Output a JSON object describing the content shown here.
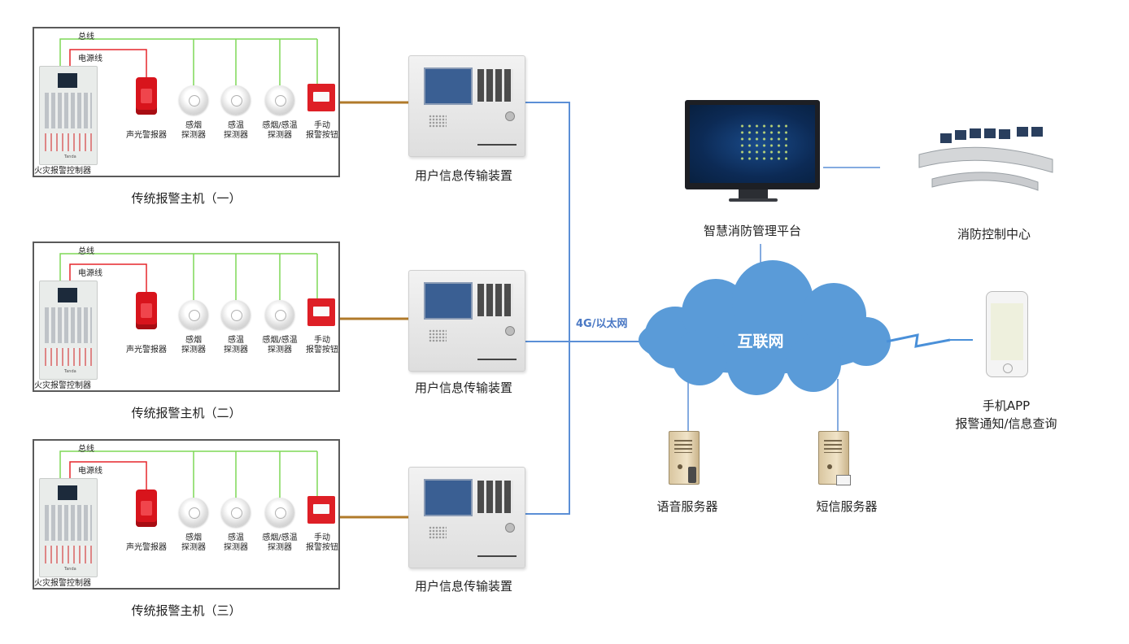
{
  "systems": [
    {
      "title": "传统报警主机（一）",
      "bus_label": "总线",
      "power_label": "电源线",
      "panel_label": "火灾报警控制器",
      "panel_brand": "Tanda",
      "devices": {
        "strobe": "声光警报器",
        "smoke": [
          "感烟",
          "探测器"
        ],
        "heat": [
          "感温",
          "探测器"
        ],
        "combo": [
          "感烟/感温",
          "探测器"
        ],
        "manual": [
          "手动",
          "报警按钮"
        ]
      },
      "uitd_label": "用户信息传输装置"
    },
    {
      "title": "传统报警主机（二）",
      "bus_label": "总线",
      "power_label": "电源线",
      "panel_label": "火灾报警控制器",
      "panel_brand": "Tanda",
      "devices": {
        "strobe": "声光警报器",
        "smoke": [
          "感烟",
          "探测器"
        ],
        "heat": [
          "感温",
          "探测器"
        ],
        "combo": [
          "感烟/感温",
          "探测器"
        ],
        "manual": [
          "手动",
          "报警按钮"
        ]
      },
      "uitd_label": "用户信息传输装置"
    },
    {
      "title": "传统报警主机（三）",
      "bus_label": "总线",
      "power_label": "电源线",
      "panel_label": "火灾报警控制器",
      "panel_brand": "Tanda",
      "devices": {
        "strobe": "声光警报器",
        "smoke": [
          "感烟",
          "探测器"
        ],
        "heat": [
          "感温",
          "探测器"
        ],
        "combo": [
          "感烟/感温",
          "探测器"
        ],
        "manual": [
          "手动",
          "报警按钮"
        ]
      },
      "uitd_label": "用户信息传输装置"
    }
  ],
  "network_label": "4G/以太网",
  "cloud_label": "互联网",
  "platform_label": "智慧消防管理平台",
  "control_center_label": "消防控制中心",
  "mobile_label_1": "手机APP",
  "mobile_label_2": "报警通知/信息查询",
  "voice_server_label": "语音服务器",
  "sms_server_label": "短信服务器",
  "colors": {
    "bus": "#7ed957",
    "power": "#e5262c",
    "link": "#b07a2a",
    "network": "#5b8fd6",
    "cloud": "#5a9bd8"
  }
}
